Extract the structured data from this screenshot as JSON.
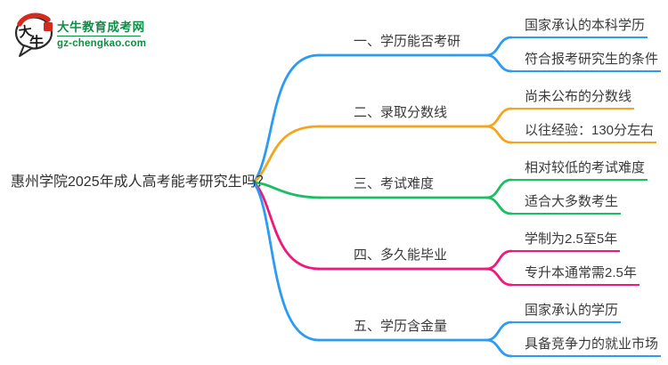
{
  "logo": {
    "glyph_top": "大",
    "glyph_bottom": "牛",
    "title": "大牛教育成考网",
    "url": "gz-chengkao.com",
    "brand_green": "#0F8C46",
    "seal_red": "#D32B1E",
    "outline_dark": "#2b2b2b"
  },
  "root": {
    "label": "惠州学院2025年成人高考能考研究生吗？"
  },
  "branches": [
    {
      "label": "一、学历能否考研",
      "color": "#2B9BF3",
      "children": [
        "国家承认的本科学历",
        "符合报考研究生的条件"
      ]
    },
    {
      "label": "二、录取分数线",
      "color": "#F5A51D",
      "children": [
        "尚未公布的分数线",
        "以往经验：130分左右"
      ]
    },
    {
      "label": "三、考试难度",
      "color": "#1ABE63",
      "children": [
        "相对较低的考试难度",
        "适合大多数考生"
      ]
    },
    {
      "label": "四、多久能毕业",
      "color": "#F01879",
      "children": [
        "学制为2.5至5年",
        "专升本通常需2.5年"
      ]
    },
    {
      "label": "五、学历含金量",
      "color": "#2B9BF3",
      "children": [
        "国家承认的学历",
        "具备竞争力的就业市场"
      ]
    }
  ]
}
